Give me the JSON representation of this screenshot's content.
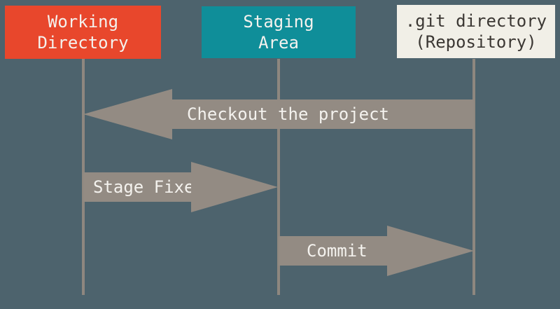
{
  "background_color": "#4d636d",
  "lifeline_color": "#8e877f",
  "arrow_color": "#938b83",
  "lanes": [
    {
      "label": "Working\nDirectory",
      "box_color": "#e8472c",
      "text_color": "#f4f2ee"
    },
    {
      "label": "Staging\nArea",
      "box_color": "#0f8e99",
      "text_color": "#f4f2ee"
    },
    {
      "label": ".git directory\n(Repository)",
      "box_color": "#f1efe7",
      "text_color": "#3b3733"
    }
  ],
  "arrows": [
    {
      "label": "Checkout the project",
      "direction": "left",
      "from": ".git directory (Repository)",
      "to": "Working Directory"
    },
    {
      "label": "Stage Fixes",
      "direction": "right",
      "from": "Working Directory",
      "to": "Staging Area"
    },
    {
      "label": "Commit",
      "direction": "right",
      "from": "Staging Area",
      "to": ".git directory (Repository)"
    }
  ]
}
